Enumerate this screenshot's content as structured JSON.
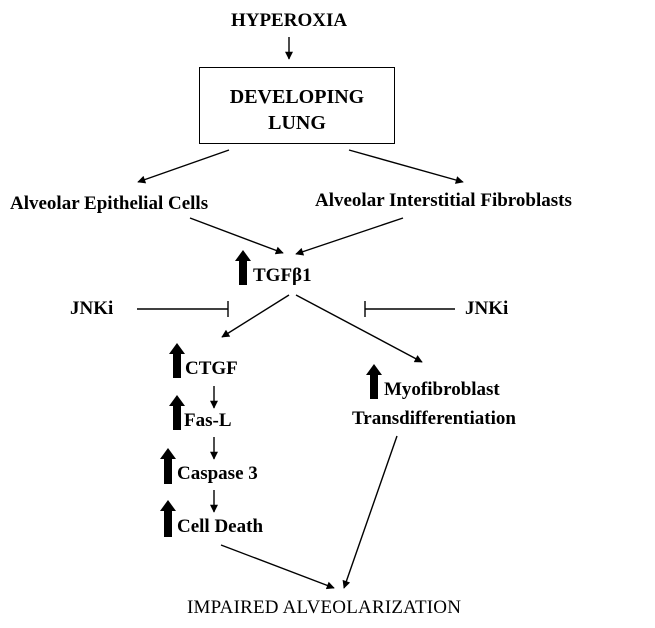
{
  "diagram": {
    "title_node": "HYPEROXIA",
    "box_node": [
      "DEVELOPING",
      "LUNG"
    ],
    "cells": {
      "left": "Alveolar Epithelial Cells",
      "right": "Alveolar Interstitial Fibroblasts"
    },
    "hub": {
      "label": "TGFβ1",
      "direction": "up"
    },
    "inhibitors": {
      "left": "JNKi",
      "right": "JNKi"
    },
    "left_pathway": [
      {
        "label": "CTGF",
        "direction": "up"
      },
      {
        "label": "Fas-L",
        "direction": "up"
      },
      {
        "label": "Caspase 3",
        "direction": "up"
      },
      {
        "label": "Cell Death",
        "direction": "up"
      }
    ],
    "right_pathway": {
      "lines": [
        "Myofibroblast",
        "Transdifferentiation"
      ],
      "direction": "up"
    },
    "outcome": "IMPAIRED ALVEOLARIZATION",
    "edges": [
      {
        "from": "HYPEROXIA",
        "to": "DEVELOPING LUNG",
        "type": "activates"
      },
      {
        "from": "DEVELOPING LUNG",
        "to": "Alveolar Epithelial Cells",
        "type": "activates"
      },
      {
        "from": "DEVELOPING LUNG",
        "to": "Alveolar Interstitial Fibroblasts",
        "type": "activates"
      },
      {
        "from": "Alveolar Epithelial Cells",
        "to": "TGFβ1",
        "type": "activates"
      },
      {
        "from": "Alveolar Interstitial Fibroblasts",
        "to": "TGFβ1",
        "type": "activates"
      },
      {
        "from": "JNKi",
        "to": "TGFβ1 → CTGF",
        "type": "inhibits"
      },
      {
        "from": "JNKi",
        "to": "TGFβ1 → Myofibroblast Transdifferentiation",
        "type": "inhibits"
      },
      {
        "from": "TGFβ1",
        "to": "CTGF",
        "type": "activates"
      },
      {
        "from": "TGFβ1",
        "to": "Myofibroblast Transdifferentiation",
        "type": "activates"
      },
      {
        "from": "CTGF",
        "to": "Fas-L",
        "type": "activates"
      },
      {
        "from": "Fas-L",
        "to": "Caspase 3",
        "type": "activates"
      },
      {
        "from": "Caspase 3",
        "to": "Cell Death",
        "type": "activates"
      },
      {
        "from": "Cell Death",
        "to": "IMPAIRED ALVEOLARIZATION",
        "type": "activates"
      },
      {
        "from": "Myofibroblast Transdifferentiation",
        "to": "IMPAIRED ALVEOLARIZATION",
        "type": "activates"
      }
    ],
    "colors": {
      "ink": "#000000",
      "background": "#ffffff"
    }
  }
}
